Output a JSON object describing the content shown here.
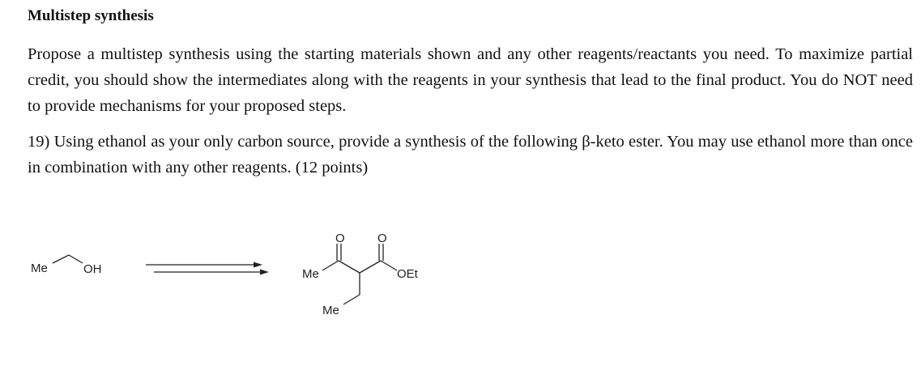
{
  "document": {
    "heading": "Multistep synthesis",
    "instructions": "Propose a multistep synthesis using the starting materials shown and any other reagents/reactants you need. To maximize partial credit, you should show the intermediates along with the reagents in your synthesis that lead to the final product. You do NOT need to provide mechanisms for your proposed steps.",
    "question": "19) Using ethanol as your only carbon source, provide a synthesis of the following β-keto ester. You may use ethanol more than once in combination with any other reagents. (12 points)"
  },
  "scheme": {
    "reactant": {
      "left_label": "Me",
      "right_label": "OH"
    },
    "arrow": "equilibrium-style double arrow",
    "product": {
      "ketone_methyl": "Me",
      "ketone_oxygen": "O",
      "ester_oxygen": "O",
      "ester_group": "OEt",
      "ethyl_methyl": "Me"
    }
  }
}
